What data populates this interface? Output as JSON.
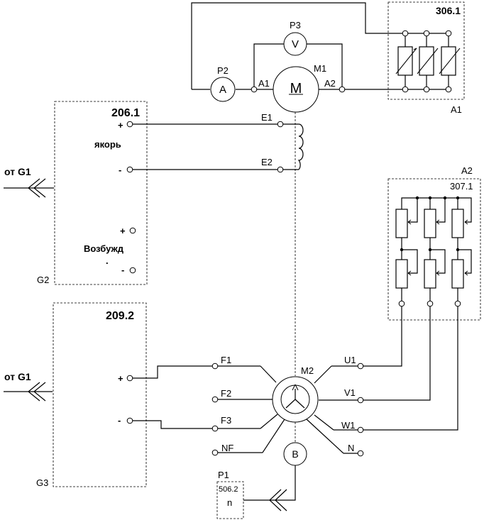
{
  "labels": {
    "p3": "P3",
    "p3_sym": "V",
    "p2": "P2",
    "p2_sym": "A",
    "m1": "M1",
    "m1_sym": "M",
    "a1_term": "A1",
    "a2_term": "A2",
    "e1": "E1",
    "e2": "E2",
    "block_306": "306.1",
    "a1_block": "A1",
    "block_206": "206.1",
    "yakor": "якорь",
    "plus": "+",
    "minus": "-",
    "vozbuzhd": "Возбужд",
    "vozbuzhd_dot": ".",
    "g2": "G2",
    "from_g1": "от G1",
    "a2_block": "A2",
    "block_307": "307.1",
    "block_209": "209.2",
    "g3": "G3",
    "f1": "F1",
    "f2": "F2",
    "f3": "F3",
    "nf": "NF",
    "m2": "M2",
    "u1": "U1",
    "v1": "V1",
    "w1": "W1",
    "n": "N",
    "b_sym": "B",
    "p1": "P1",
    "block_506": "506.2",
    "n_sym": "n"
  }
}
